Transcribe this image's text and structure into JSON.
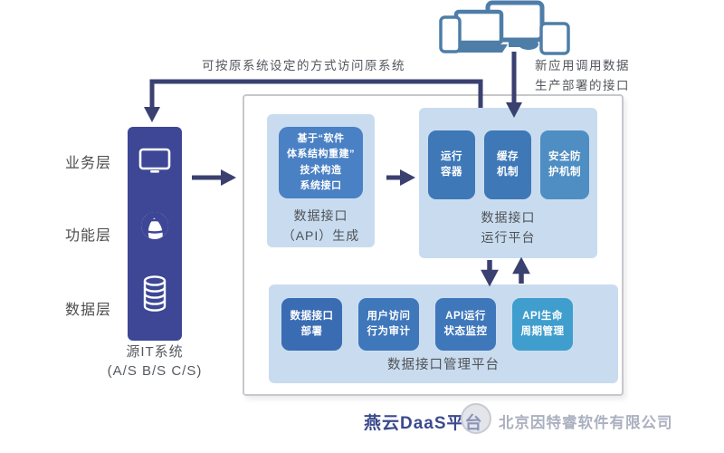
{
  "annotations": {
    "access_original": "可按原系统设定的方式访问原系统",
    "new_app_line1": "新应用调用数据",
    "new_app_line2": "生产部署的接口"
  },
  "layers": {
    "business": "业务层",
    "function": "功能层",
    "data": "数据层"
  },
  "source_system": {
    "title": "源IT系统",
    "subtitle": "(A/S  B/S   C/S)"
  },
  "api_generation": {
    "core_line1": "基于“软件",
    "core_line2": "体系结构重建”",
    "core_line3": "技术构造",
    "core_line4": "系统接口",
    "label_line1": "数据接口",
    "label_line2": "（API）生成"
  },
  "runtime_platform": {
    "boxes": [
      {
        "line1": "运行",
        "line2": "容器"
      },
      {
        "line1": "缓存",
        "line2": "机制"
      },
      {
        "line1": "安全防",
        "line2": "护机制"
      }
    ],
    "label_line1": "数据接口",
    "label_line2": "运行平台"
  },
  "management_platform": {
    "boxes": [
      {
        "line1": "数据接口",
        "line2": "部署"
      },
      {
        "line1": "用户访问",
        "line2": "行为审计"
      },
      {
        "line1": "API运行",
        "line2": "状态监控"
      },
      {
        "line1": "API生命",
        "line2": "周期管理"
      }
    ],
    "label": "数据接口管理平台"
  },
  "footer": {
    "platform_name": "燕云DaaS平台",
    "company": "北京因特睿软件有限公司"
  },
  "icons": {
    "bar_icons": [
      "monitor-icon",
      "globe-icon",
      "database-icon"
    ],
    "top_cluster": "devices-icon",
    "watermark": "company-logo-watermark"
  },
  "colors": {
    "dark_bar": "#3d4795",
    "arrow": "#3a4170",
    "panel_light": "#c9dcef",
    "chip_blue": "#3f77bb",
    "chip_blue_dark": "#3a6cb3",
    "chip_cyan": "#3f9ecd",
    "chip_runtime_light": "#4f8ec2",
    "core_chip": "#4a80c4",
    "device_icon": "#4e7ea8",
    "text_dark": "#4f5257",
    "title_navy": "#3b4a8e",
    "watermark_gray": "#aab0bf"
  }
}
